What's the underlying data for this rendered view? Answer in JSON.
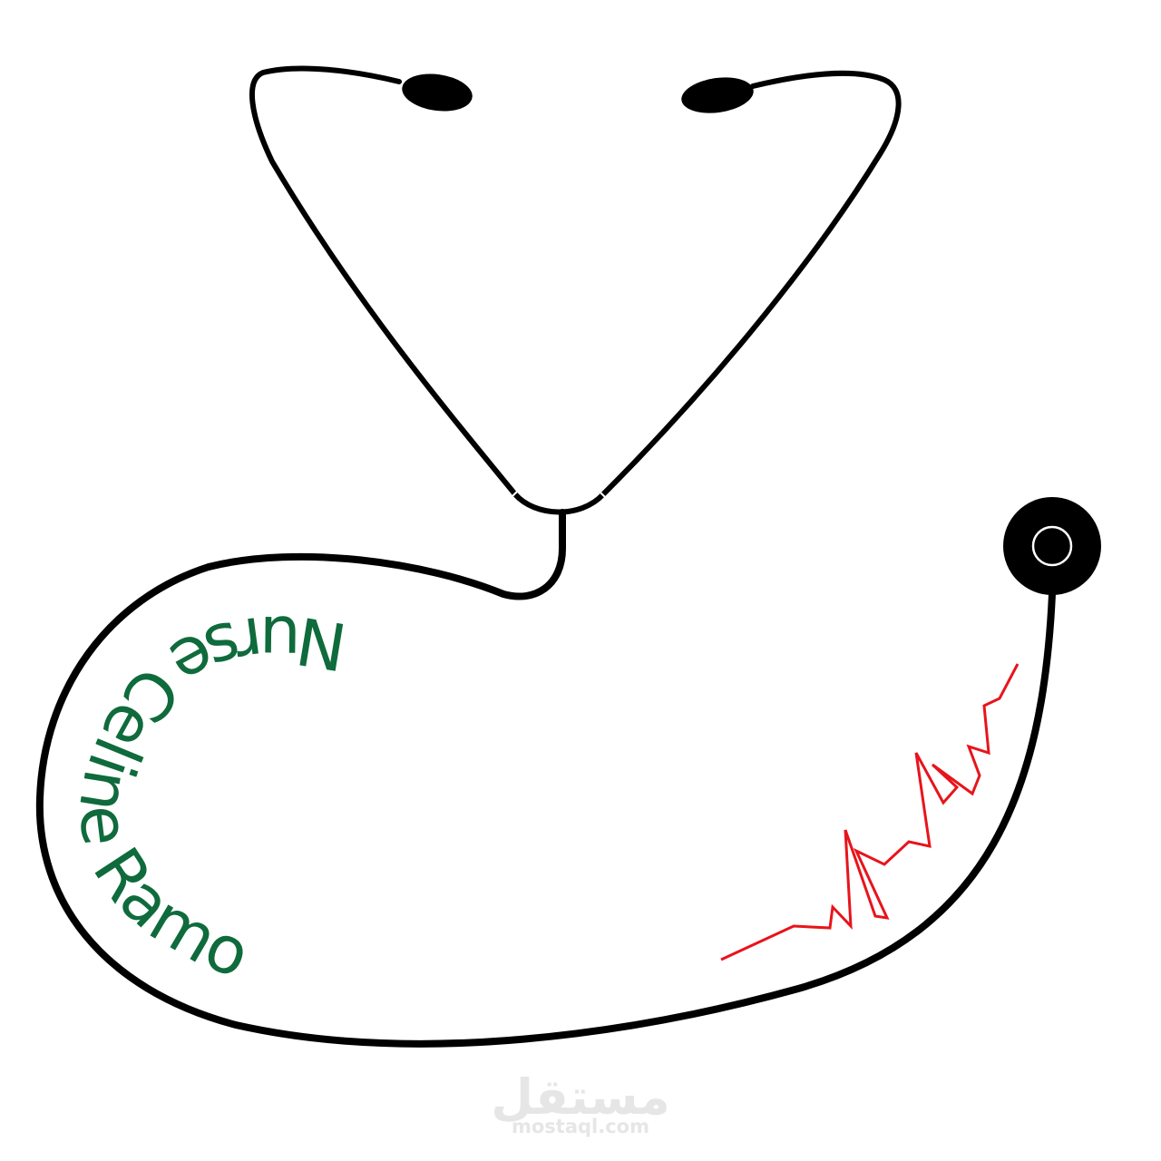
{
  "logo": {
    "text": "Nurse Celine Ramo",
    "text_color": "#0f6b3c",
    "tube_color": "#000000",
    "heartbeat_color": "#e8141b"
  },
  "watermark": {
    "arabic": "مستقل",
    "latin": "mostaql.com",
    "color": "#e6e6e6"
  },
  "icons": [
    "stethoscope-icon",
    "heartbeat-line-icon"
  ]
}
